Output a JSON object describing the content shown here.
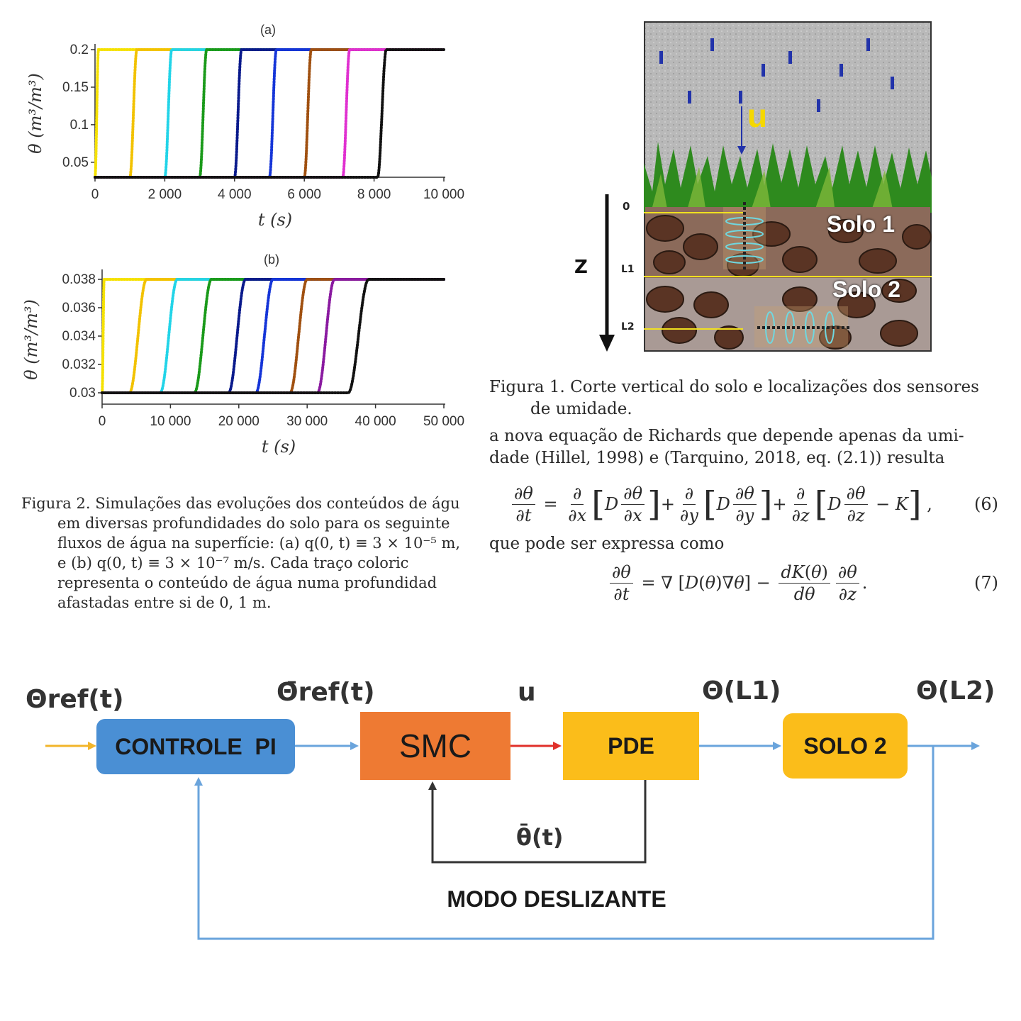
{
  "chart_data": [
    {
      "type": "line",
      "panel_label": "(a)",
      "xlabel": "t (s)",
      "ylabel": "θ (m³/m³)",
      "xlim": [
        0,
        10000
      ],
      "ylim": [
        0.03,
        0.2
      ],
      "x_ticks": [
        "0",
        "2 000",
        "4 000",
        "6 000",
        "8 000",
        "10 000"
      ],
      "y_ticks": [
        "0.2",
        "0.15",
        "0.1",
        "0.05"
      ],
      "low": 0.03,
      "high": 0.2,
      "series": [
        {
          "color": "#f5e100",
          "rise_t": 0,
          "width": 100
        },
        {
          "color": "#f2c200",
          "rise_t": 1000,
          "width": 200
        },
        {
          "color": "#22d4e8",
          "rise_t": 2000,
          "width": 200
        },
        {
          "color": "#1a9a1a",
          "rise_t": 3000,
          "width": 200
        },
        {
          "color": "#0a1a8c",
          "rise_t": 4000,
          "width": 200
        },
        {
          "color": "#1535d8",
          "rise_t": 5000,
          "width": 200
        },
        {
          "color": "#a05010",
          "rise_t": 6000,
          "width": 200
        },
        {
          "color": "#e030d0",
          "rise_t": 7100,
          "width": 200
        },
        {
          "color": "#111111",
          "rise_t": 8100,
          "width": 250
        }
      ]
    },
    {
      "type": "line",
      "panel_label": "(b)",
      "xlabel": "t (s)",
      "ylabel": "θ (m³/m³)",
      "xlim": [
        0,
        50000
      ],
      "ylim": [
        0.0292,
        0.0383
      ],
      "x_ticks": [
        "0",
        "10 000",
        "20 000",
        "30 000",
        "40 000",
        "50 000"
      ],
      "y_ticks": [
        "0.038",
        "0.036",
        "0.034",
        "0.032",
        "0.03"
      ],
      "low": 0.03,
      "high": 0.038,
      "series": [
        {
          "color": "#f5e100",
          "rise_t": 0,
          "width": 300
        },
        {
          "color": "#f2c200",
          "rise_t": 4000,
          "width": 2500
        },
        {
          "color": "#22d4e8",
          "rise_t": 8500,
          "width": 2500
        },
        {
          "color": "#1a9a1a",
          "rise_t": 13500,
          "width": 2500
        },
        {
          "color": "#0a1a8c",
          "rise_t": 18500,
          "width": 2500
        },
        {
          "color": "#1535d8",
          "rise_t": 22500,
          "width": 2500
        },
        {
          "color": "#a05010",
          "rise_t": 27500,
          "width": 2500
        },
        {
          "color": "#8a1aa0",
          "rise_t": 31500,
          "width": 2500
        },
        {
          "color": "#111111",
          "rise_t": 36000,
          "width": 3000
        }
      ]
    }
  ],
  "fig2_caption": {
    "line1": "Figura 2. Simulações das evoluções dos conteúdos de águ",
    "line2": "em diversas profundidades do solo para os seguinte",
    "line3": "fluxos de água na superfície: (a) q(0, t) ≡ 3 × 10⁻⁵ m,",
    "line4": "e (b) q(0, t) ≡ 3 × 10⁻⁷ m/s. Cada traço coloric",
    "line5": "representa o conteúdo de água numa profundidad",
    "line6": "afastadas entre si de 0, 1 m."
  },
  "fig1": {
    "u_label": "u",
    "z_label": "Z",
    "depth_0": "0",
    "depth_l1": "L1",
    "depth_l2": "L2",
    "solo1": "Solo 1",
    "solo2": "Solo 2",
    "caption_line1": "Figura 1. Corte vertical do solo e localizações dos sensores",
    "caption_line2": "de umidade."
  },
  "text": {
    "para1_line1": "a nova equação de Richards que depende apenas da umi-",
    "para1_line2": "dade (Hillel, 1998) e (Tarquino, 2018, eq. (2.1)) resulta",
    "eq6_number": "(6)",
    "para2": "que pode ser expressa como",
    "eq7_number": "(7)"
  },
  "diagram": {
    "in_signal": "Θref(t)",
    "ref_signal": "Θ̄ref(t)",
    "u_signal": "u",
    "l1_signal": "Θ(L1)",
    "l2_signal": "Θ(L2)",
    "block_pi": "CONTROLE  PI",
    "block_smc": "SMC",
    "block_pde": "PDE",
    "block_solo2": "SOLO 2",
    "feedback_signal": "θ̄(t)",
    "loop_label": "MODO DESLIZANTE",
    "colors": {
      "pi": "#4a8fd4",
      "smc": "#ee7a33",
      "pde": "#fbbd1a",
      "solo2": "#fbbd1a",
      "line": "#6aa4dc",
      "input": "#f2b52a",
      "u_line": "#e0302a"
    }
  }
}
